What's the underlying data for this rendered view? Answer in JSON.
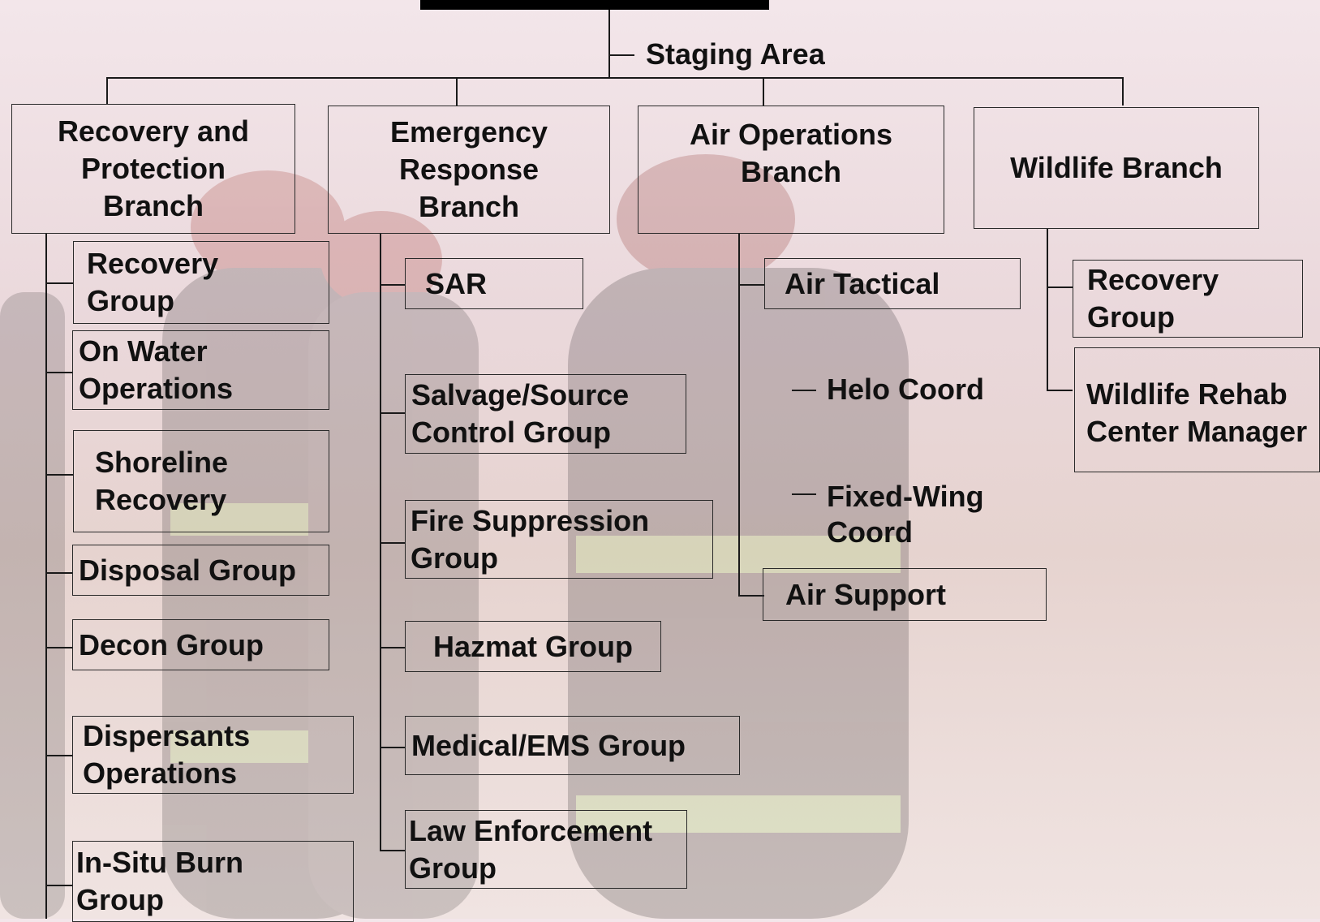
{
  "staging_area": "Staging Area",
  "colors": {
    "top_bar": "#000000",
    "lines": "#1a1a1a",
    "text": "#111111"
  },
  "branches": [
    {
      "title": "Recovery and\nProtection\nBranch",
      "groups": [
        "Recovery\nGroup",
        "On Water\nOperations",
        "Shoreline\nRecovery",
        "Disposal Group",
        "Decon Group",
        "Dispersants\nOperations",
        "In-Situ Burn\nGroup"
      ]
    },
    {
      "title": "Emergency\nResponse\nBranch",
      "groups": [
        "SAR",
        "Salvage/Source\nControl Group",
        "Fire Suppression\nGroup",
        "Hazmat Group",
        "Medical/EMS Group",
        "Law Enforcement\nGroup"
      ]
    },
    {
      "title": "Air Operations\nBranch",
      "groups": [
        "Air Tactical",
        "Air Support"
      ],
      "coordinators": [
        "Helo Coord",
        "Fixed-Wing\nCoord"
      ]
    },
    {
      "title": "Wildlife Branch",
      "groups": [
        "Recovery\nGroup",
        "Wildlife Rehab\nCenter Manager"
      ]
    }
  ]
}
